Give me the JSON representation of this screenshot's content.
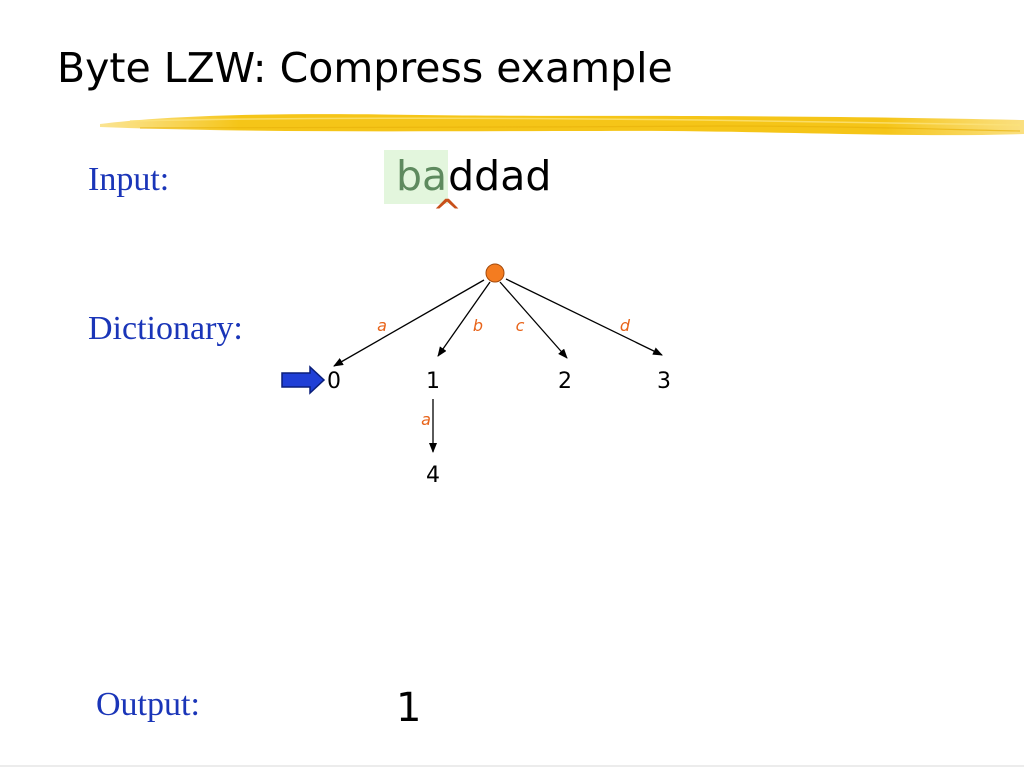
{
  "slide": {
    "title": "Byte LZW: Compress example",
    "highlight_color": "#f5c518"
  },
  "input": {
    "label": "Input:",
    "matched": "ba",
    "rest": "ddad",
    "cursor_glyph": "^"
  },
  "dictionary": {
    "label": "Dictionary:",
    "nodes": [
      {
        "id": "root",
        "label": ""
      },
      {
        "id": "n0",
        "label": "0"
      },
      {
        "id": "n1",
        "label": "1"
      },
      {
        "id": "n2",
        "label": "2"
      },
      {
        "id": "n3",
        "label": "3"
      },
      {
        "id": "n4",
        "label": "4"
      }
    ],
    "edges": [
      {
        "from": "root",
        "to": "n0",
        "label": "a"
      },
      {
        "from": "root",
        "to": "n1",
        "label": "b"
      },
      {
        "from": "root",
        "to": "n2",
        "label": "c"
      },
      {
        "from": "root",
        "to": "n3",
        "label": "d"
      },
      {
        "from": "n1",
        "to": "n4",
        "label": "a"
      }
    ],
    "pointer_target": "n0",
    "colors": {
      "label": "#1a35b8",
      "root_node": "#f47c20",
      "edge_label": "#e8641a",
      "pointer_arrow": "#1f3fd6"
    }
  },
  "output": {
    "label": "Output:",
    "value": "1"
  }
}
